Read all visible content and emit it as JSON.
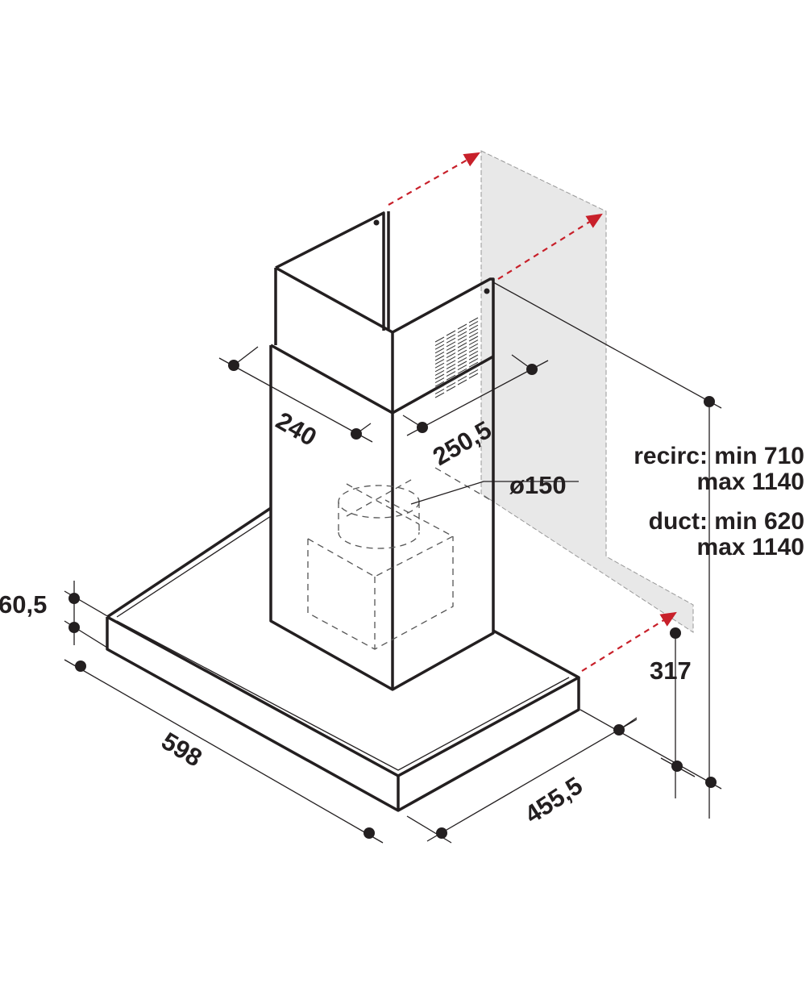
{
  "dimensions": {
    "chimney_width": "240",
    "chimney_depth": "250,5",
    "outlet_diameter": "ø150",
    "hood_height": "60,5",
    "hood_width": "598",
    "hood_depth": "455,5",
    "back_height": "317"
  },
  "height_notes": {
    "recirc_line1": "recirc: min 710",
    "recirc_line2": "max 1140",
    "duct_line1": "duct: min 620",
    "duct_line2": "max 1140"
  },
  "colors": {
    "line": "#231f20",
    "wall": "#e8e8e8",
    "arrow": "#c8202a"
  }
}
